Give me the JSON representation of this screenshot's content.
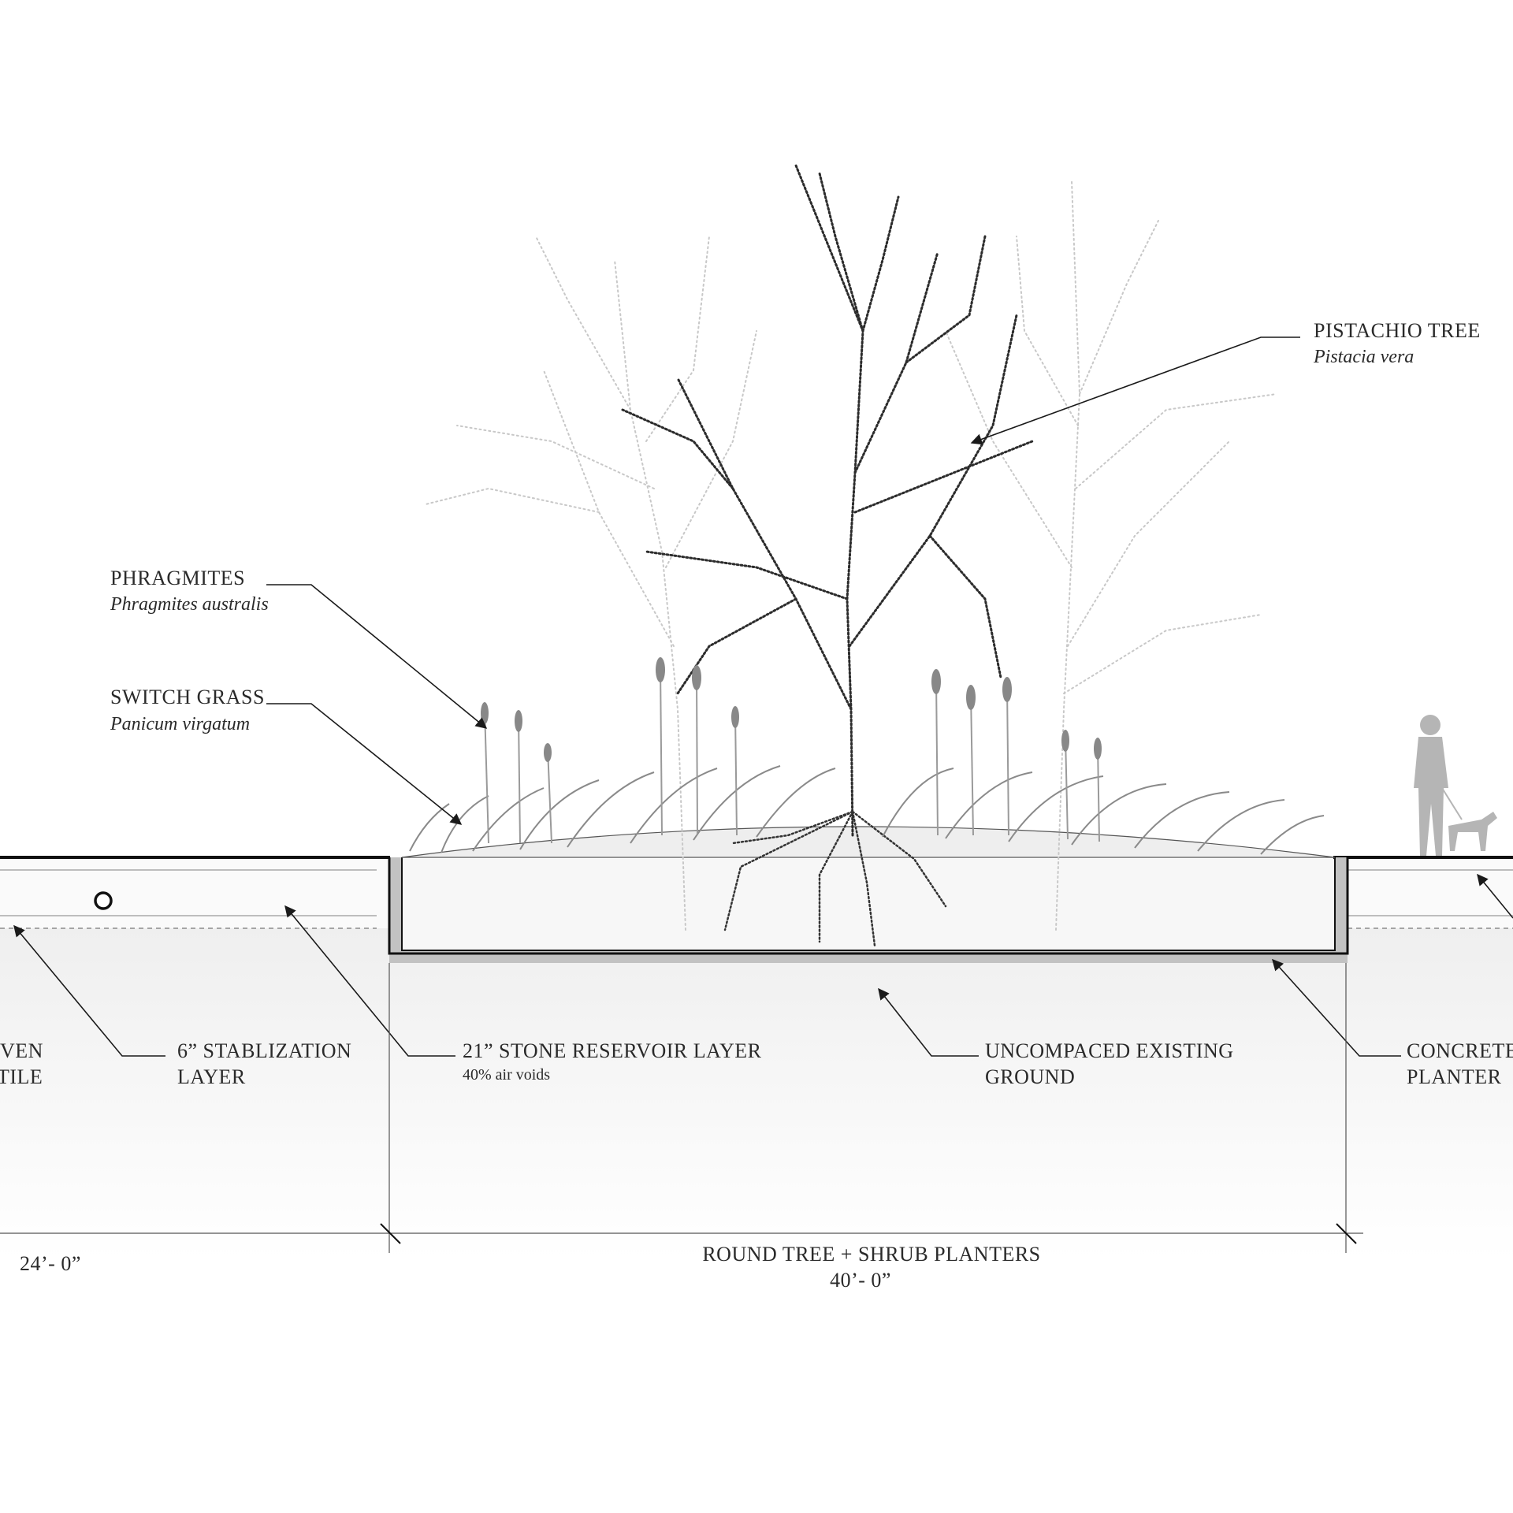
{
  "labels": {
    "pistachio": {
      "name": "PISTACHIO TREE",
      "sci": "Pistacia vera"
    },
    "phragmites": {
      "name": "PHRAGMITES",
      "sci": "Phragmites australis"
    },
    "switch_grass": {
      "name": "SWITCH GRASS",
      "sci": "Panicum virgatum"
    },
    "woven": {
      "line1": "VEN",
      "line2": "TILE"
    },
    "stabilization": {
      "line1": "6” STABLIZATION",
      "line2": "LAYER"
    },
    "stone": {
      "line1": "21” STONE RESERVOIR LAYER",
      "line2": "40% air voids"
    },
    "ground": {
      "line1": "UNCOMPACED EXISTING",
      "line2": "GROUND"
    },
    "concrete": {
      "line1": "CONCRETE",
      "line2": "PLANTER"
    }
  },
  "dimensions": {
    "left": {
      "value": "24’- 0”"
    },
    "center": {
      "title": "ROUND TREE + SHRUB PLANTERS",
      "value": "40’- 0”"
    }
  },
  "colors": {
    "ink": "#1a1a1a",
    "soil_fill": "#f4f4f4",
    "planter_wall": "#bdbdbd",
    "vegetation": "#8a8a8a",
    "silhouette": "#b5b5b5"
  }
}
